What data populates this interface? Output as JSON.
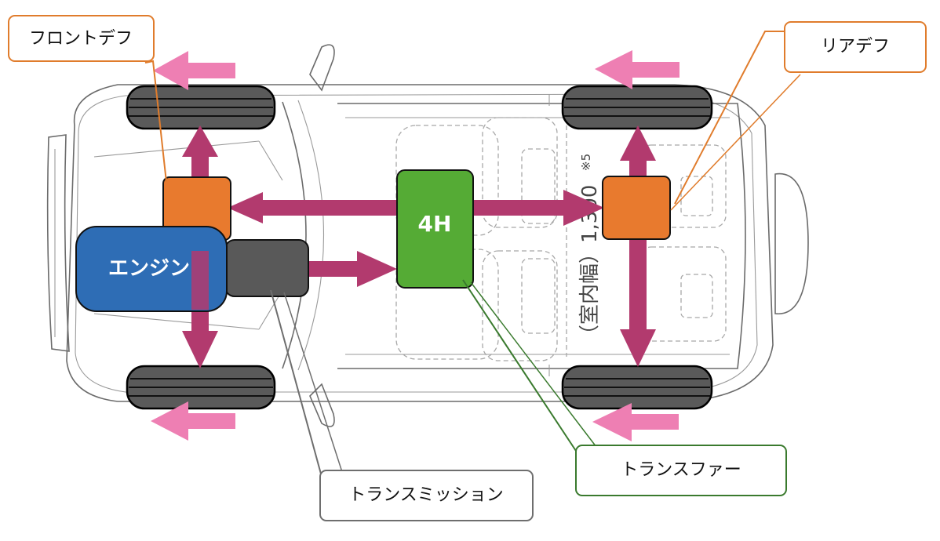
{
  "labels": {
    "front_diff": "フロントデフ",
    "rear_diff": "リアデフ",
    "transmission": "トランスミッション",
    "transfer": "トランスファー",
    "engine": "エンジン",
    "drive_mode": "4H"
  },
  "interior_width": {
    "text": "（室内幅）1,300",
    "note": "※5"
  },
  "colors": {
    "front_diff_callout": "#e07c2c",
    "rear_diff_callout": "#e07c2c",
    "transmission_callout": "#6e6e6e",
    "transfer_callout": "#3a7a2e",
    "engine": "#2e6db5",
    "transfer_block": "#55ab35",
    "differentials": "#e87a2e",
    "transmission_block": "#595959",
    "drive_shafts": "#b23a6e",
    "wheel_direction_arrows": "#ee7fb3"
  }
}
